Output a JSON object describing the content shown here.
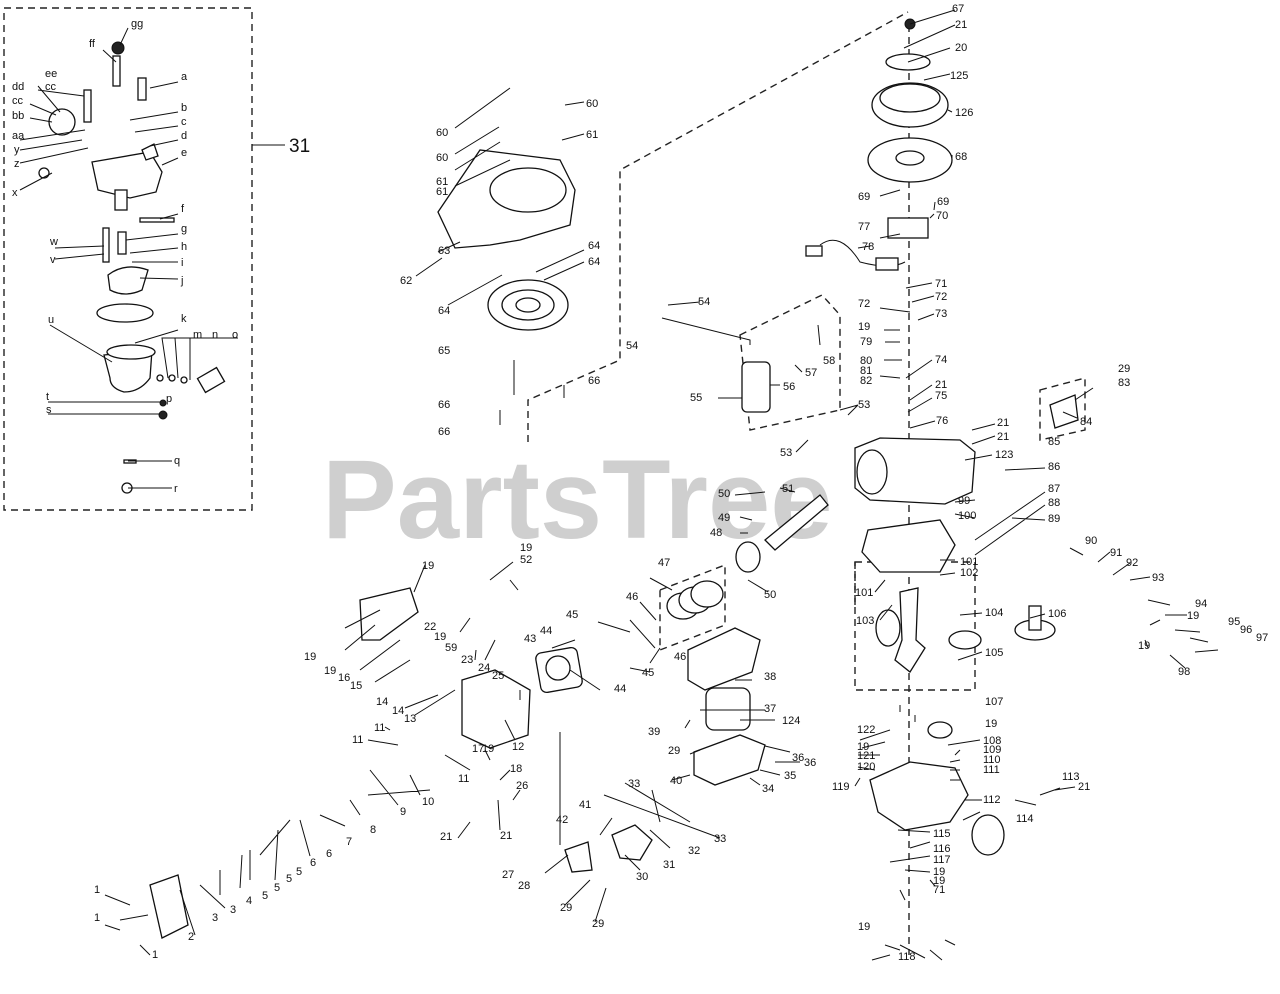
{
  "watermark": "PartsTree",
  "carb_kit_label": "31",
  "carb_letters": [
    "a",
    "b",
    "c",
    "d",
    "e",
    "f",
    "g",
    "h",
    "i",
    "j",
    "k",
    "m",
    "n",
    "o",
    "p",
    "q",
    "r",
    "s",
    "t",
    "u",
    "v",
    "w",
    "x",
    "y",
    "z",
    "aa",
    "bb",
    "cc",
    "dd",
    "ee",
    "ff",
    "gg"
  ],
  "labels": {
    "l1": "1",
    "l2": "2",
    "l3": "3",
    "l4": "4",
    "l5": "5",
    "l6": "6",
    "l7": "7",
    "l8": "8",
    "l9": "9",
    "l10": "10",
    "l11": "11",
    "l12": "12",
    "l13": "13",
    "l14": "14",
    "l15": "15",
    "l16": "16",
    "l17": "17",
    "l18": "18",
    "l19": "19",
    "l20": "20",
    "l21": "21",
    "l22": "22",
    "l23": "23",
    "l24": "24",
    "l25": "25",
    "l26": "26",
    "l27": "27",
    "l28": "28",
    "l29": "29",
    "l30": "30",
    "l32": "32",
    "l33": "33",
    "l34": "34",
    "l35": "35",
    "l36": "36",
    "l37": "37",
    "l38": "38",
    "l39": "39",
    "l40": "40",
    "l41": "41",
    "l42": "42",
    "l43": "43",
    "l44": "44",
    "l45": "45",
    "l46": "46",
    "l47": "47",
    "l48": "48",
    "l49": "49",
    "l50": "50",
    "l51": "51",
    "l52": "52",
    "l53": "53",
    "l54": "54",
    "l55": "55",
    "l56": "56",
    "l57": "57",
    "l58": "58",
    "l59": "59",
    "l60": "60",
    "l61": "61",
    "l62": "62",
    "l63": "63",
    "l64": "64",
    "l65": "65",
    "l66": "66",
    "l67": "67",
    "l68": "68",
    "l69": "69",
    "l70": "70",
    "l71": "71",
    "l72": "72",
    "l73": "73",
    "l74": "74",
    "l75": "75",
    "l76": "76",
    "l77": "77",
    "l78": "78",
    "l79": "79",
    "l80": "80",
    "l81": "81",
    "l82": "82",
    "l83": "83",
    "l84": "84",
    "l85": "85",
    "l86": "86",
    "l87": "87",
    "l88": "88",
    "l89": "89",
    "l90": "90",
    "l91": "91",
    "l92": "92",
    "l93": "93",
    "l94": "94",
    "l95": "95",
    "l96": "96",
    "l97": "97",
    "l98": "98",
    "l99": "99",
    "l100": "100",
    "l101": "101",
    "l102": "102",
    "l103": "103",
    "l104": "104",
    "l105": "105",
    "l106": "106",
    "l107": "107",
    "l108": "108",
    "l109": "109",
    "l110": "110",
    "l111": "111",
    "l112": "112",
    "l113": "113",
    "l114": "114",
    "l115": "115",
    "l116": "116",
    "l117": "117",
    "l118": "118",
    "l119": "119",
    "l120": "120",
    "l121": "121",
    "l122": "122",
    "l123": "123",
    "l124": "124",
    "l125": "125",
    "l126": "126"
  }
}
